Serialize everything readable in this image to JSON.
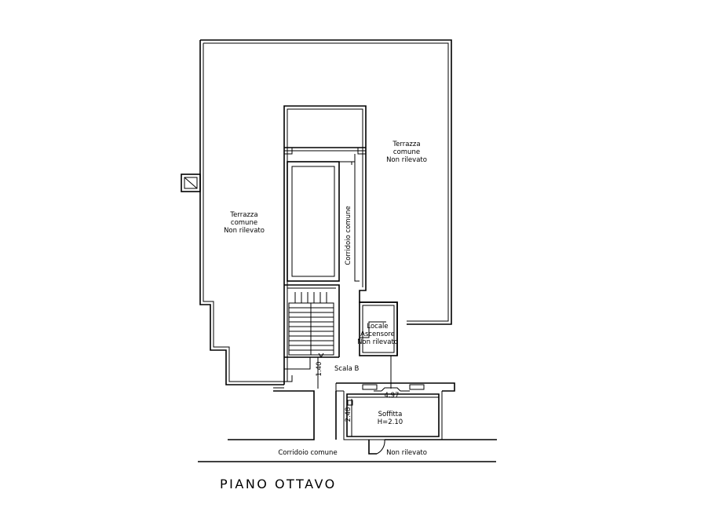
{
  "title": "PIANO OTTAVO",
  "labels": {
    "terrazza_left": [
      "Terrazza",
      "comune",
      "Non rilevato"
    ],
    "terrazza_right": [
      "Terrazza",
      "comune",
      "Non rilevato"
    ],
    "corridoio_vertical": "Corridoio comune",
    "locale_ascensore": [
      "Locale",
      "Ascensore",
      "Non rilevato"
    ],
    "scala": "Scala B",
    "dim_140": "1.40",
    "dim_497": "4.97",
    "dim_248": "2.48",
    "soffitta": [
      "Soffitta",
      "H=2.10"
    ],
    "corridoio_bottom": "Corridoio comune",
    "non_rilevato_bottom": "Non rilevato"
  }
}
